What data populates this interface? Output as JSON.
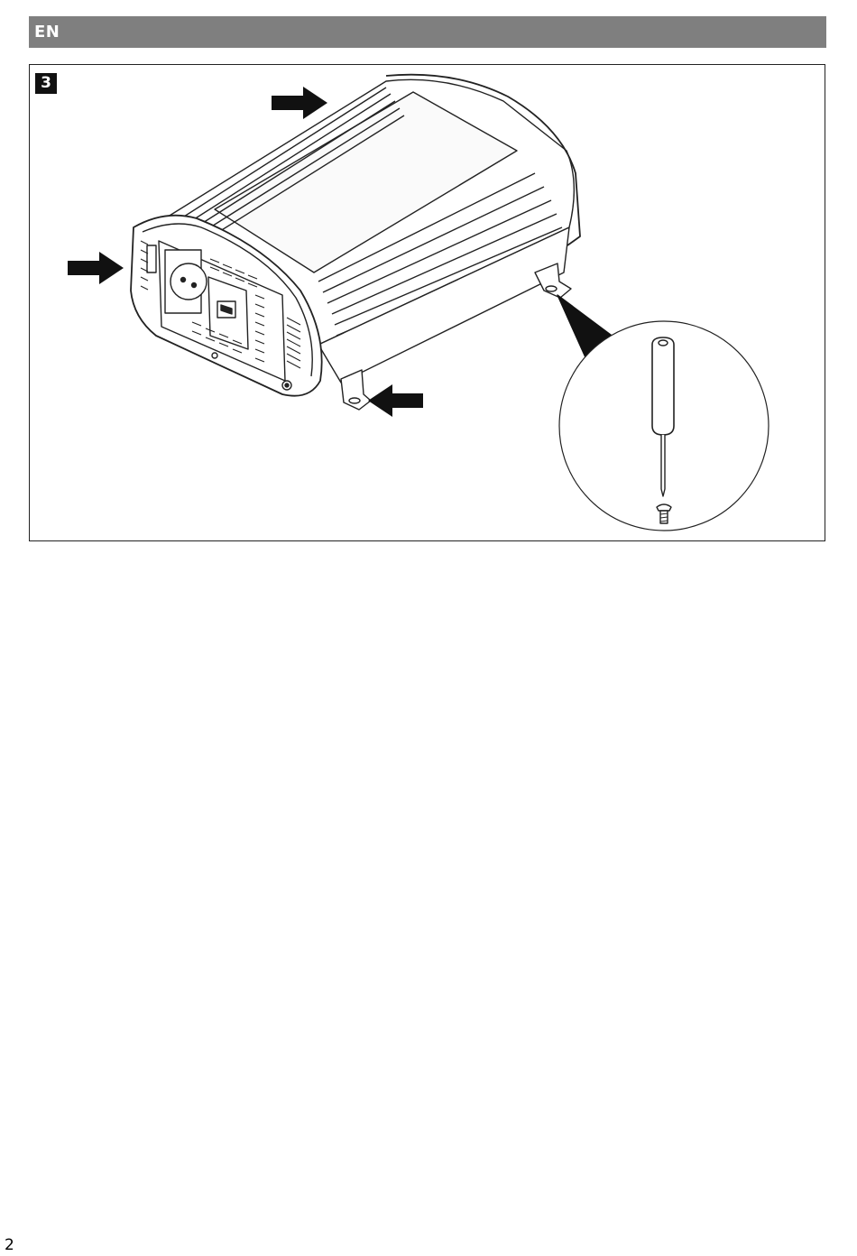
{
  "header": {
    "language": "EN"
  },
  "figure": {
    "number": "3",
    "icons": [
      "arrow-right-icon",
      "arrow-left-icon",
      "screwdriver-icon",
      "screw-icon"
    ]
  },
  "footer": {
    "page_number": "2"
  }
}
